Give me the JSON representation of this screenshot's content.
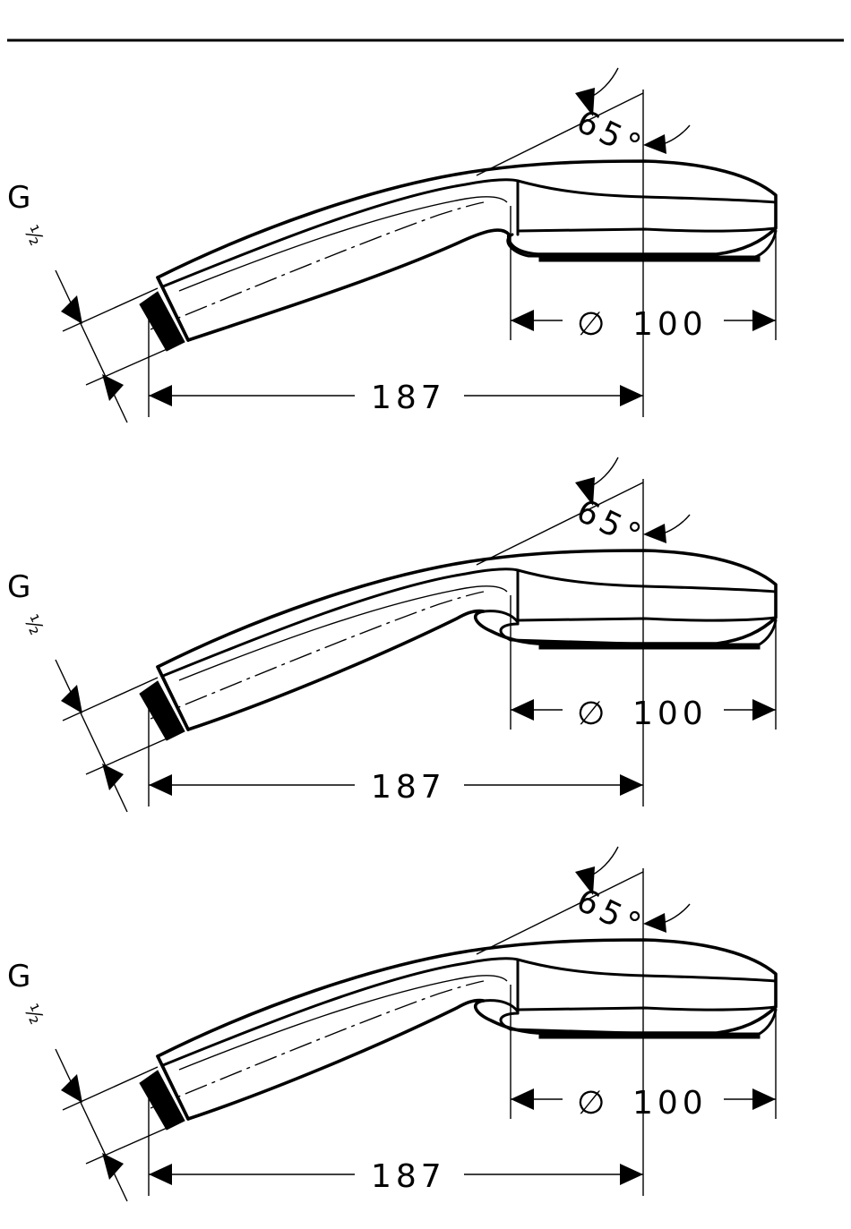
{
  "figures": [
    {
      "thread_letter": "G",
      "thread_fraction": "½",
      "diameter_symbol": "∅",
      "diameter": "100",
      "length": "187",
      "angle": "65°",
      "variant": "flat"
    },
    {
      "thread_letter": "G",
      "thread_fraction": "½",
      "diameter_symbol": "∅",
      "diameter": "100",
      "length": "187",
      "angle": "65°",
      "variant": "lip"
    },
    {
      "thread_letter": "G",
      "thread_fraction": "½",
      "diameter_symbol": "∅",
      "diameter": "100",
      "length": "187",
      "angle": "65°",
      "variant": "lip"
    }
  ]
}
